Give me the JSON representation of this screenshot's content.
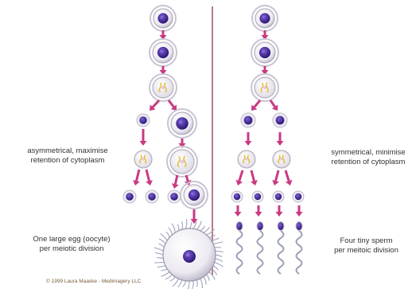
{
  "labels": {
    "asymmetrical": [
      "asymmetrical, maximise",
      "retention of cytoplasm"
    ],
    "symmetrical": [
      "symmetrical, minimise",
      "retention of cytoplasm"
    ],
    "egg": [
      "One large egg (oocyte)",
      "per meiotic division"
    ],
    "sperm": [
      "Four tiny sperm",
      "per meitoic division"
    ]
  },
  "credit": "© 1999 Laura Maaske - Medimagery LLC",
  "colors": {
    "arrow": "#c93a82",
    "divider": "#b97a8a",
    "nucleus": "#3b1f86",
    "nucleus_light": "#8a6bd8",
    "cell_fill": "#f1eff4",
    "cell_ring": "#a8a3b3",
    "chromatin": "#e2c23c",
    "sperm_tail": "#9aa0b8"
  }
}
